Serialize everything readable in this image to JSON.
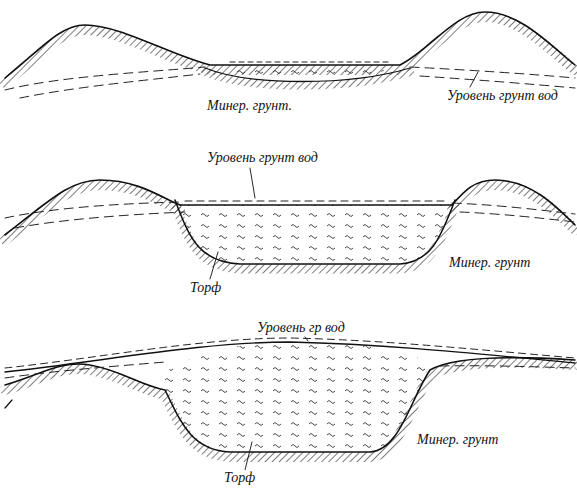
{
  "diagram": {
    "labels": [
      "Уровень грунт вод",
      "Минер. грунт.",
      "Уровень грунт вод",
      "Торф",
      "Минер. грунт",
      "Уровень гр вод",
      "Торф",
      "Минер. грунт"
    ]
  }
}
